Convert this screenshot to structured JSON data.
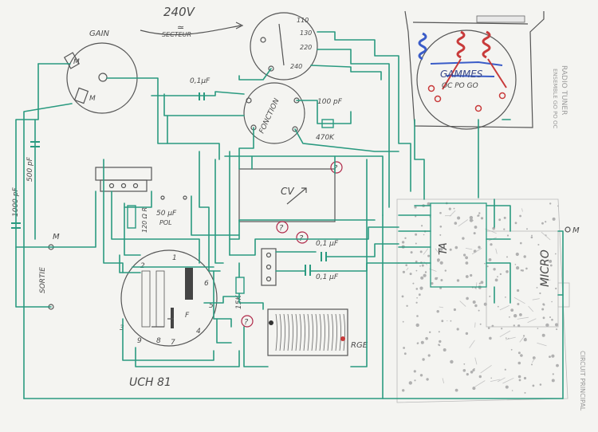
{
  "labels": {
    "gain": "GAIN",
    "m_gain_1": "M",
    "m_gain_2": "M",
    "voltage": "240V",
    "approx": "≃",
    "secteur": "SECTEUR",
    "v110": "110",
    "v130": "130",
    "v220": "220",
    "v240": "240",
    "cap_01": "0,1μF",
    "fonction": "FONCTION",
    "cap_100p": "100 pF",
    "res_470k": "470K",
    "gammes": "GAMMES",
    "gammes_sub": "OC PO GO",
    "radio_tuner": "RADIO TUNER",
    "radio_tuner_sub": "ENSEMBLE GO PO OC",
    "cap_500p": "500 pF",
    "cap_1000p": "1000 pF",
    "res_120": "120 Ω R",
    "cap_50u": "50 μF",
    "pol": "POL",
    "cv": "CV",
    "cap_01_b": "0,1 μF",
    "cap_01_c": "0,1 μF",
    "ta": "TA",
    "micro": "MICRO",
    "m_micro": "M",
    "sortie": "SORTIE",
    "m_sortie": "M",
    "res_15k": "15K",
    "rge": "RGE",
    "tube": "UCH 81",
    "pin1": "1",
    "pin2": "2",
    "pin3": "3",
    "pin4": "4",
    "pin5": "5",
    "pin6": "6",
    "pin7": "7",
    "pin8": "8",
    "pin9": "9",
    "pinf": "F",
    "q1": "?",
    "q2": "?",
    "q3": "?",
    "q4": "?",
    "circuit_principal": "CIRCUIT PRINCIPAL"
  },
  "colors": {
    "paper": "#f4f4f1",
    "wire": "#2a9a80",
    "ink": "#555555",
    "pencil": "#4a4a4a",
    "coil_blue": "#3a5cc8",
    "coil_red": "#c83a3a",
    "mark_red": "#b02a4a",
    "pcb": "#b9b9b9"
  }
}
